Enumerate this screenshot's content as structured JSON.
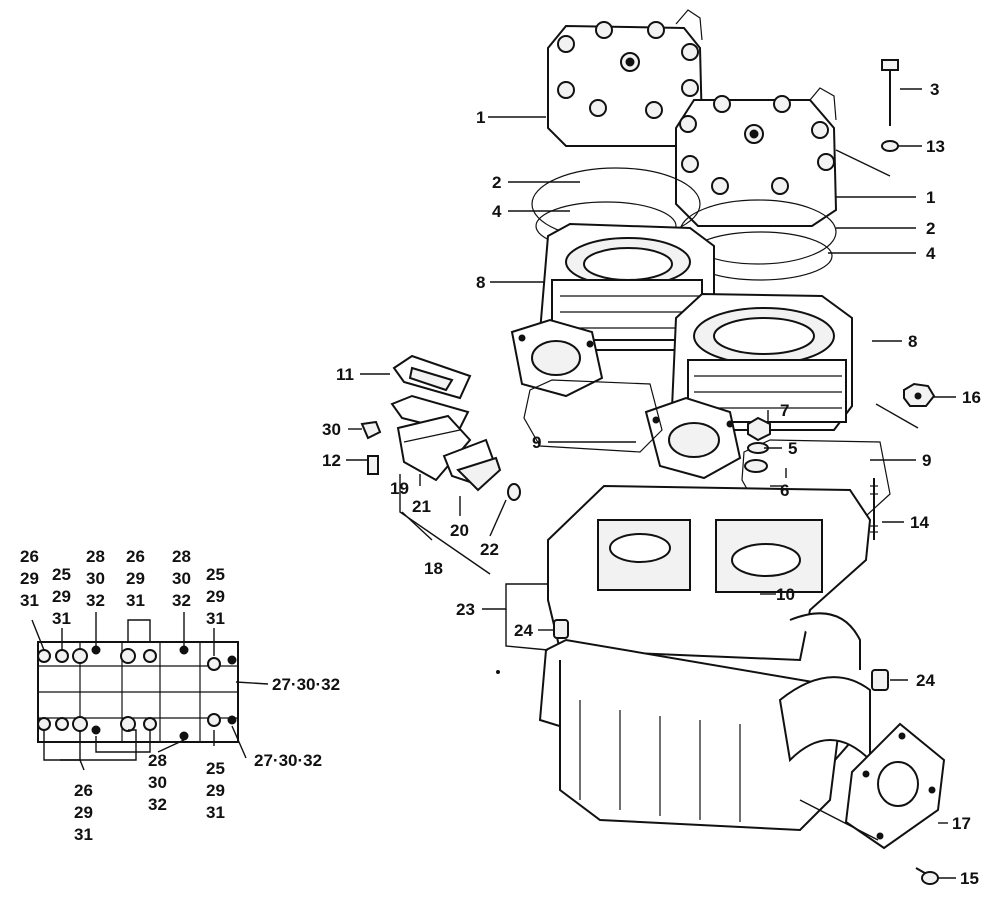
{
  "colors": {
    "ink": "#111111",
    "paper": "#ffffff"
  },
  "callouts": {
    "c1a": "1",
    "c1b": "1",
    "c2a": "2",
    "c2b": "2",
    "c3": "3",
    "c4a": "4",
    "c4b": "4",
    "c5": "5",
    "c6": "6",
    "c7": "7",
    "c8a": "8",
    "c8b": "8",
    "c9a": "9",
    "c9b": "9",
    "c10": "10",
    "c11": "11",
    "c12": "12",
    "c13": "13",
    "c14": "14",
    "c15": "15",
    "c16": "16",
    "c17": "17",
    "c18": "18",
    "c19": "19",
    "c20": "20",
    "c21": "21",
    "c22": "22",
    "c23": "23",
    "c24a": "24",
    "c24b": "24",
    "c30": "30"
  },
  "inset": {
    "top": {
      "g1": [
        "26",
        "29",
        "31"
      ],
      "g2": [
        "25",
        "29",
        "31"
      ],
      "g3": [
        "28",
        "30",
        "32"
      ],
      "g4": [
        "26",
        "29",
        "31"
      ],
      "g5": [
        "28",
        "30",
        "32"
      ],
      "g6": [
        "25",
        "29",
        "31"
      ]
    },
    "right_top": "27·30·32",
    "right_bottom": "27·30·32",
    "bottom": {
      "b1": "25",
      "b2": "29",
      "b3": "31",
      "g1": [
        "26",
        "29",
        "31"
      ],
      "g2": [
        "28",
        "30",
        "32"
      ]
    }
  }
}
